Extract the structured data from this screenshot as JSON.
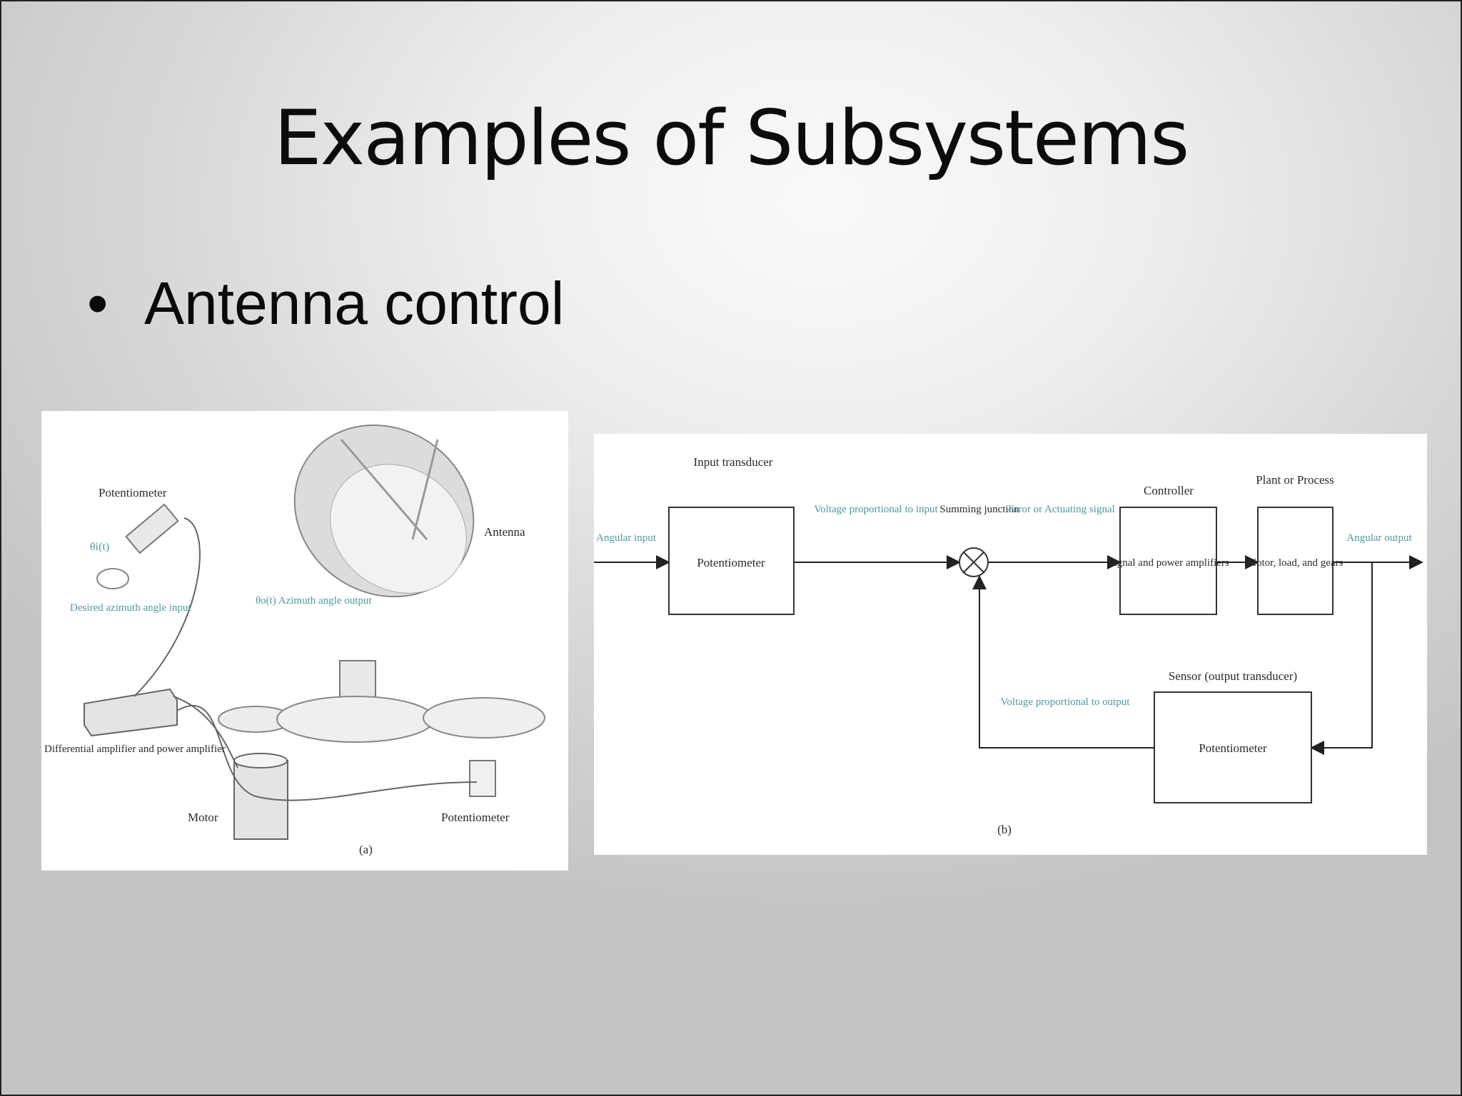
{
  "slide": {
    "title": "Examples of Subsystems",
    "bullet_marker": "•",
    "bullets": [
      "Antenna control"
    ]
  },
  "figure_a": {
    "labels": {
      "potentiometer_top": "Potentiometer",
      "rotation": "θi(t)",
      "desired_input": "Desired azimuth angle input",
      "antenna": "Antenna",
      "azimuth_output": "θo(t) Azimuth angle output",
      "diff_amp": "Differential amplifier and power amplifier",
      "motor": "Motor",
      "potentiometer_bottom": "Potentiometer",
      "caption": "(a)"
    }
  },
  "figure_b": {
    "labels": {
      "input_transducer": "Input transducer",
      "angular_input": "Angular input",
      "potentiometer_1": "Potentiometer",
      "voltage_input": "Voltage proportional to input",
      "summing_junction": "Summing junction",
      "error": "Error or Actuating signal",
      "controller": "Controller",
      "controller_box": "Signal and power amplifiers",
      "plant": "Plant or Process",
      "plant_box": "Motor, load, and gears",
      "angular_output": "Angular output",
      "sensor": "Sensor (output transducer)",
      "voltage_output": "Voltage proportional to output",
      "potentiometer_2": "Potentiometer",
      "caption": "(b)"
    }
  }
}
